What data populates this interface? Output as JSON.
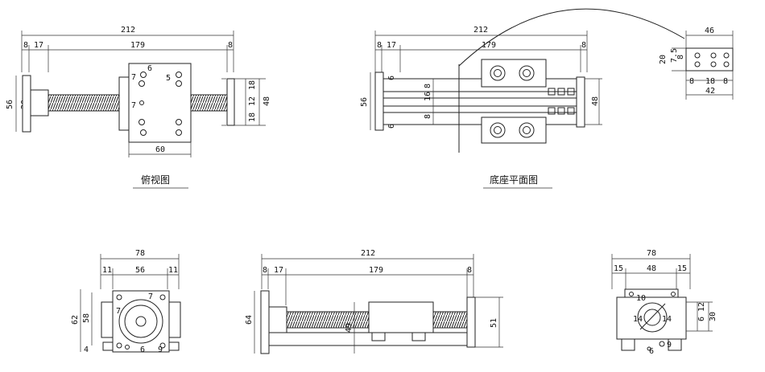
{
  "captions": {
    "top_view": "俯视图",
    "base_plan": "底座平面图"
  },
  "top_view": {
    "overall": "212",
    "left_gap": "8",
    "left_seg": "17",
    "mid": "179",
    "right_gap": "8",
    "height": "56",
    "shaft": "20",
    "carriage_w": "60",
    "small_a": "7",
    "small_b": "6",
    "small_c": "5",
    "right_h1": "18",
    "right_h2": "12",
    "right_h3": "18",
    "right_total": "48"
  },
  "base_plan": {
    "overall": "212",
    "left_gap": "8",
    "left_seg": "17",
    "mid": "179",
    "right_gap": "8",
    "height": "56",
    "right_h": "48",
    "v1": "6",
    "v2": "8",
    "v3": "16",
    "v4": "6",
    "detail": {
      "w": "46",
      "h": "20",
      "a": "7.5",
      "b": "8",
      "s1": "8",
      "s2": "18",
      "s3": "8",
      "bottom": "42"
    }
  },
  "front_view": {
    "width": "78",
    "side_l": "11",
    "mid": "56",
    "side_r": "11",
    "h_outer": "62",
    "h_inner": "58",
    "bottom": "4",
    "a": "7",
    "b": "7",
    "c": "6",
    "d": "9"
  },
  "side_view": {
    "overall": "212",
    "left_gap": "8",
    "left_seg": "17",
    "mid": "179",
    "right_gap": "8",
    "left_h": "64",
    "inner_h": "49",
    "right_h": "51"
  },
  "end_view": {
    "width": "78",
    "s1": "15",
    "mid": "48",
    "s2": "15",
    "r1": "12",
    "r2": "6",
    "r3": "30",
    "l1": "14",
    "l2": "14",
    "a": "10",
    "b": "6",
    "c": "9"
  }
}
